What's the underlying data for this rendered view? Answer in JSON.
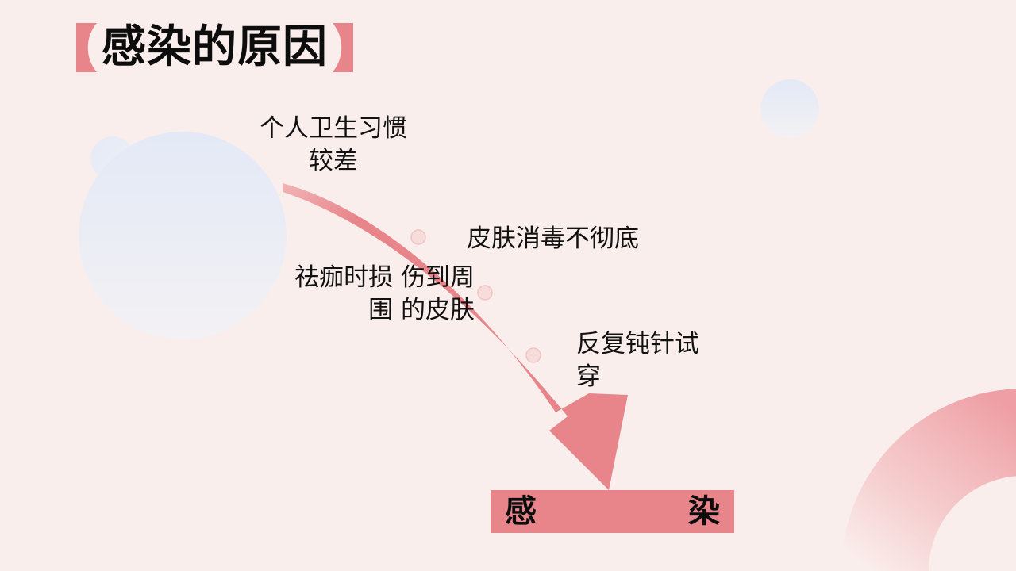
{
  "slide": {
    "background_color": "#faeeec",
    "accent_color": "#e8858a",
    "text_color": "#111111"
  },
  "title": {
    "bracket_left": "【",
    "text": "感染的原因",
    "bracket_right": "】",
    "bracket_color": "#e8858a"
  },
  "causes": [
    {
      "id": "cause-1",
      "label": "个人卫生习惯\n较差"
    },
    {
      "id": "cause-2",
      "label": "皮肤消毒不彻底"
    },
    {
      "id": "cause-3",
      "label": "祛痂时损 伤到周\n围 的皮肤"
    },
    {
      "id": "cause-4",
      "label": "反复钝针试\n穿"
    }
  ],
  "result": {
    "char_left": "感",
    "char_right": "染",
    "box_color": "#e8858a"
  },
  "decorations": {
    "arrow_color": "#e8858a",
    "arrow_dot_color": "#f6dcdb",
    "arrow_dot_count": 3,
    "circle_color": "#e6ebf5",
    "ring_color": "#f2b5b8"
  }
}
